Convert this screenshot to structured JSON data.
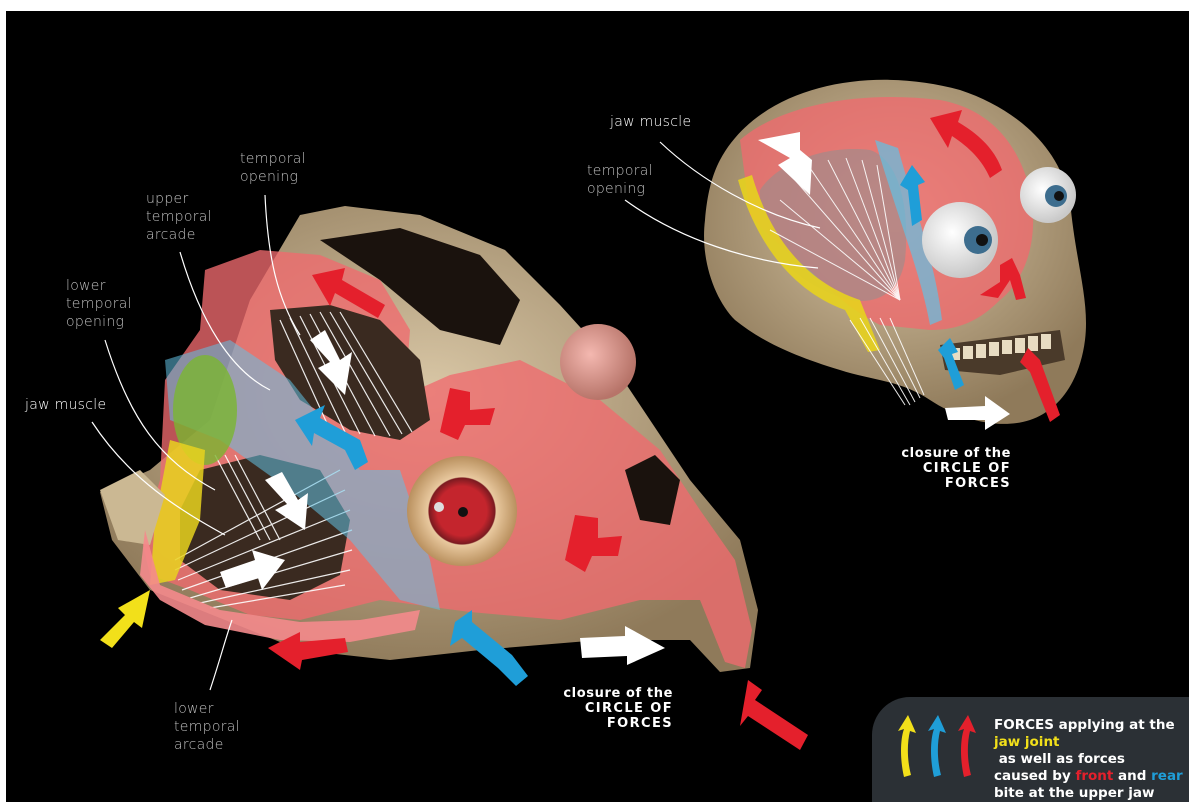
{
  "labels": {
    "turtle": {
      "temporal_opening_1": "temporal",
      "temporal_opening_2": "opening",
      "upper_arcade_1": "upper",
      "upper_arcade_2": "temporal",
      "upper_arcade_3": "arcade",
      "lower_opening_1": "lower",
      "lower_opening_2": "temporal",
      "lower_opening_3": "opening",
      "jaw_muscle": "jaw muscle",
      "lower_arcade_1": "lower",
      "lower_arcade_2": "temporal",
      "lower_arcade_3": "arcade"
    },
    "human": {
      "jaw_muscle": "jaw muscle",
      "temporal_opening_1": "temporal",
      "temporal_opening_2": "opening"
    }
  },
  "closure": {
    "line1": "closure of the",
    "line2": "CIRCLE OF",
    "line3": "FORCES"
  },
  "legend": {
    "prefix": "FORCES applying at the",
    "jaw_joint": "jaw joint",
    "mid": " as well as forces",
    "caused_by": "caused by ",
    "front": "front",
    "and": " and ",
    "rear": "rear",
    "last": "bite at the upper jaw"
  },
  "colors": {
    "background": "#000000",
    "bone_pink": "#f06a6e",
    "arrow_red": "#e4202c",
    "arrow_blue": "#1f9ed8",
    "arrow_yellow": "#f2e01a",
    "arrow_white": "#ffffff",
    "legend_bg": "#2b3035"
  }
}
